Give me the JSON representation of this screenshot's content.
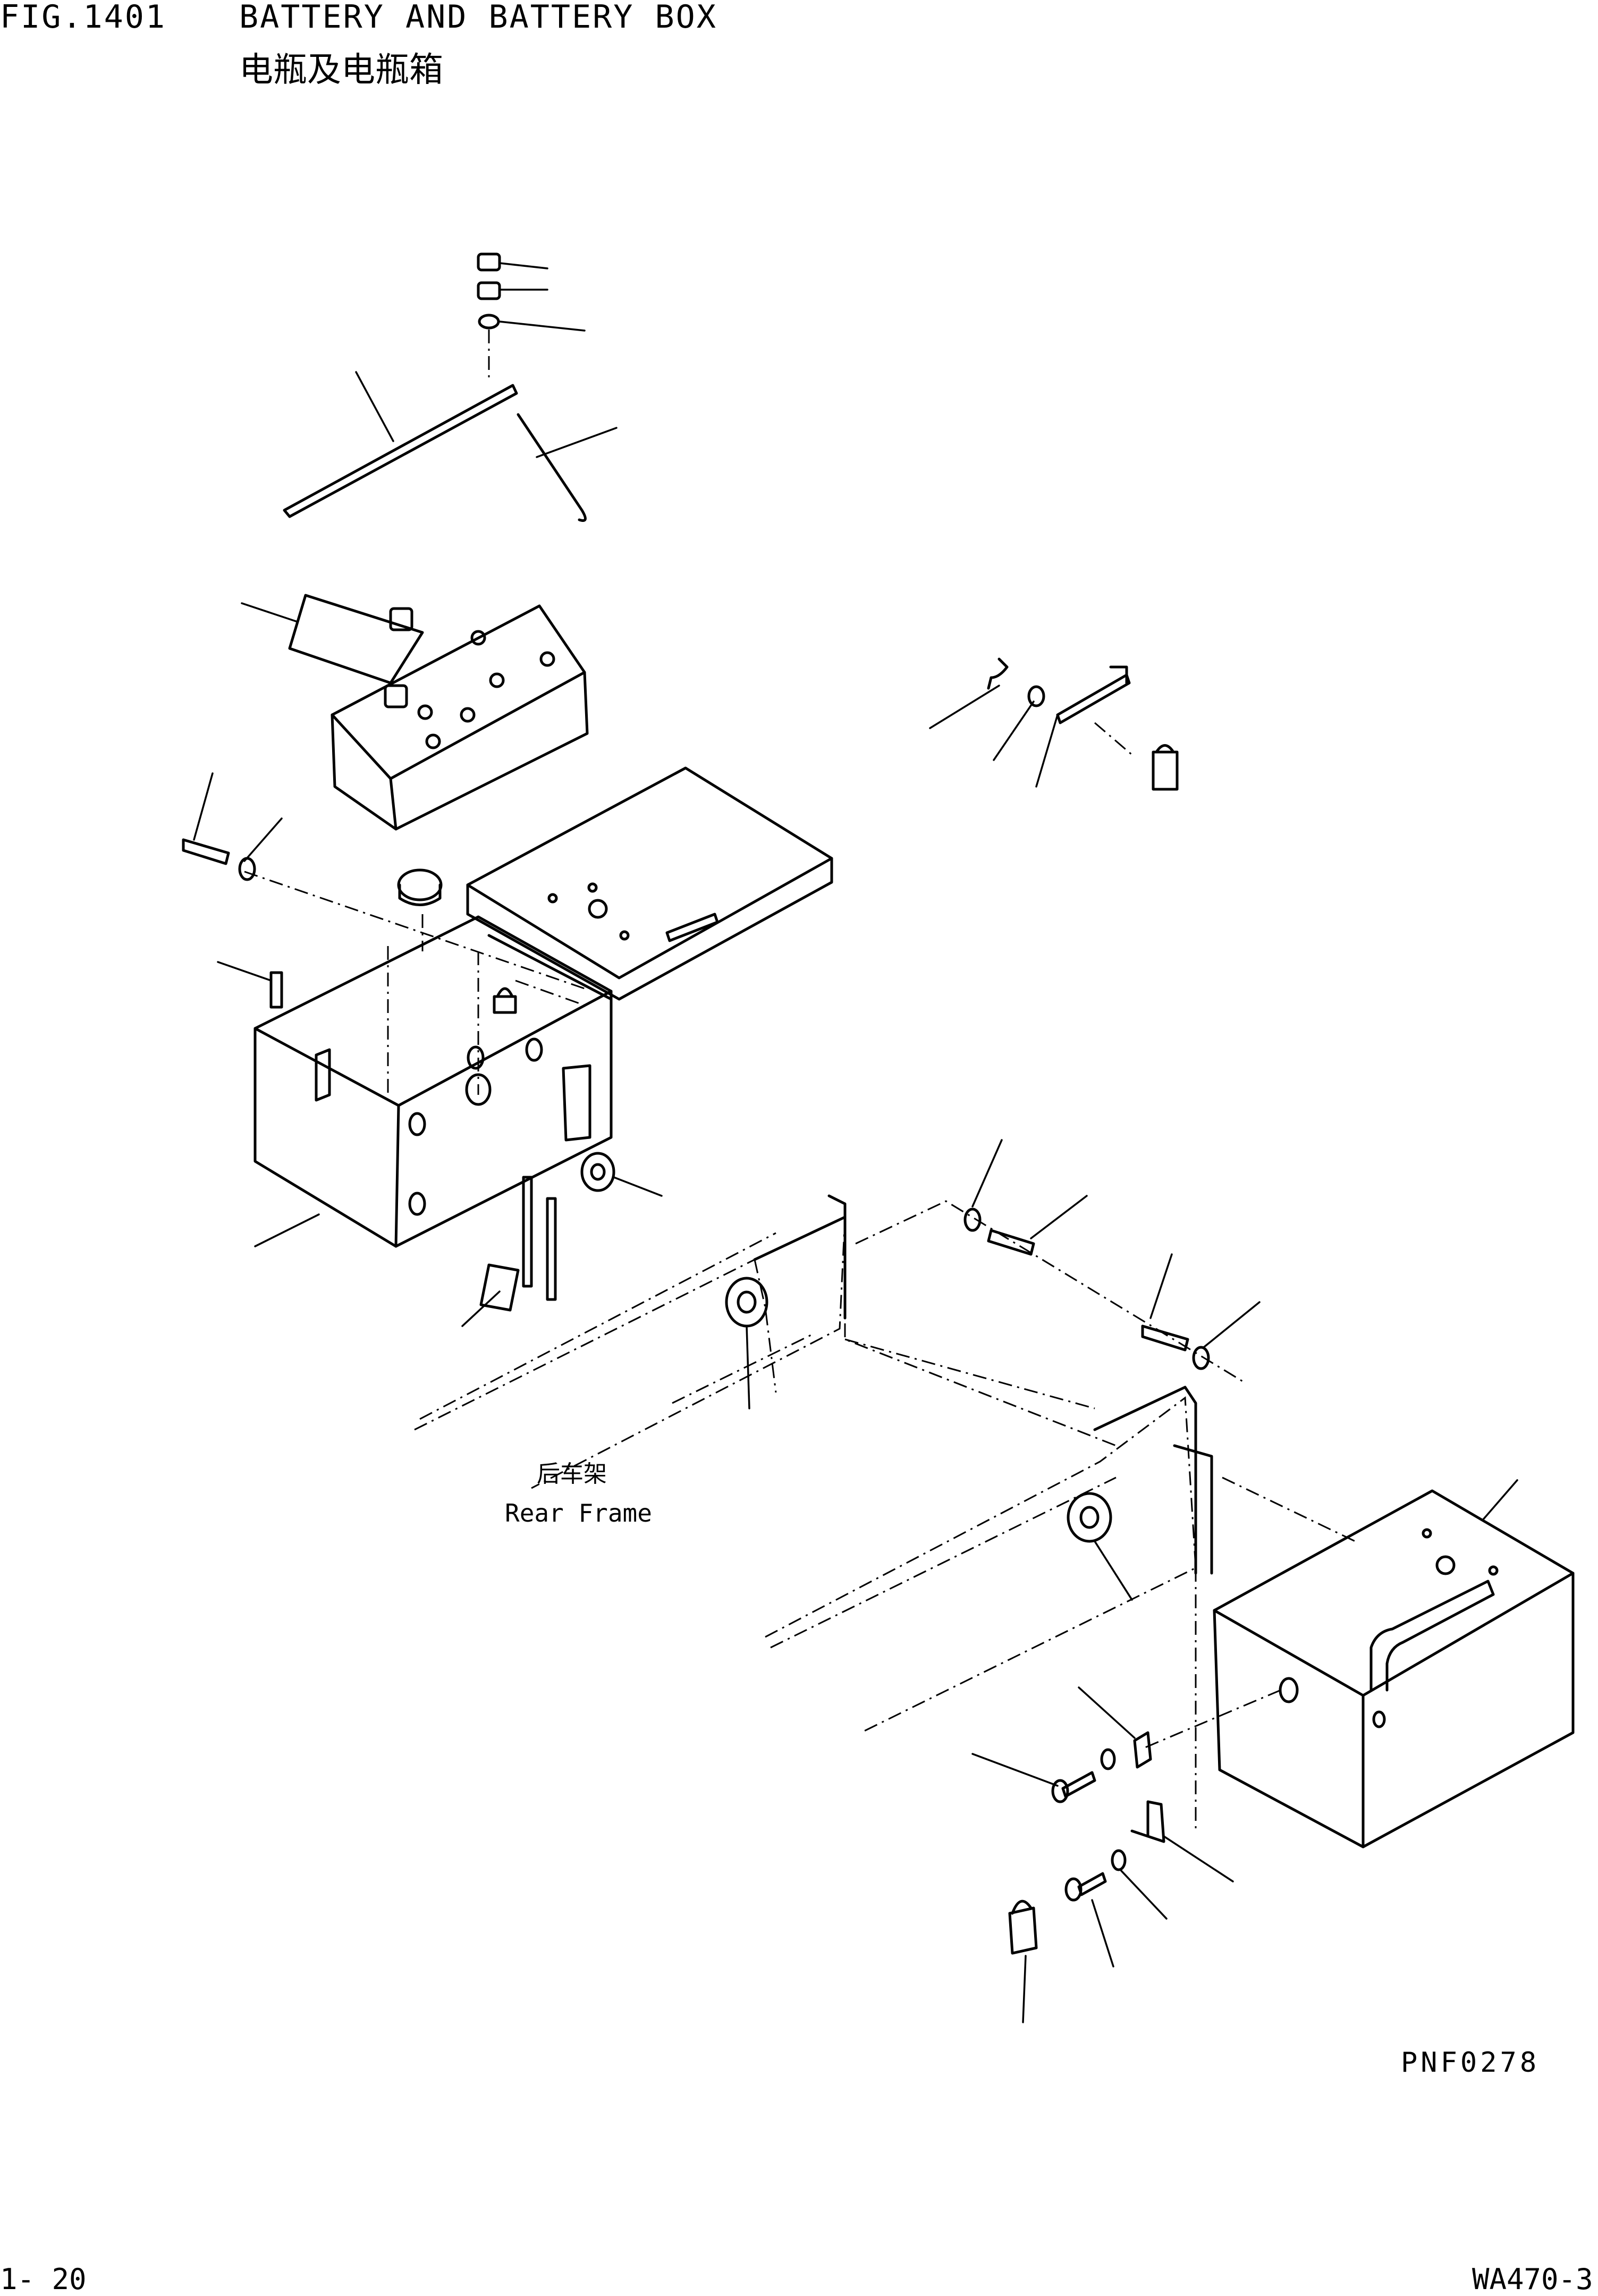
{
  "header": {
    "fig_number": "FIG.1401",
    "title": "BATTERY AND BATTERY BOX",
    "title_cn": "电瓶及电瓶箱"
  },
  "callout": {
    "label_cn": "后车架",
    "label_en": "Rear Frame"
  },
  "drawing_code": "PNF0278",
  "footer": {
    "page_number": "1- 20",
    "model_code": "WA470-3"
  }
}
